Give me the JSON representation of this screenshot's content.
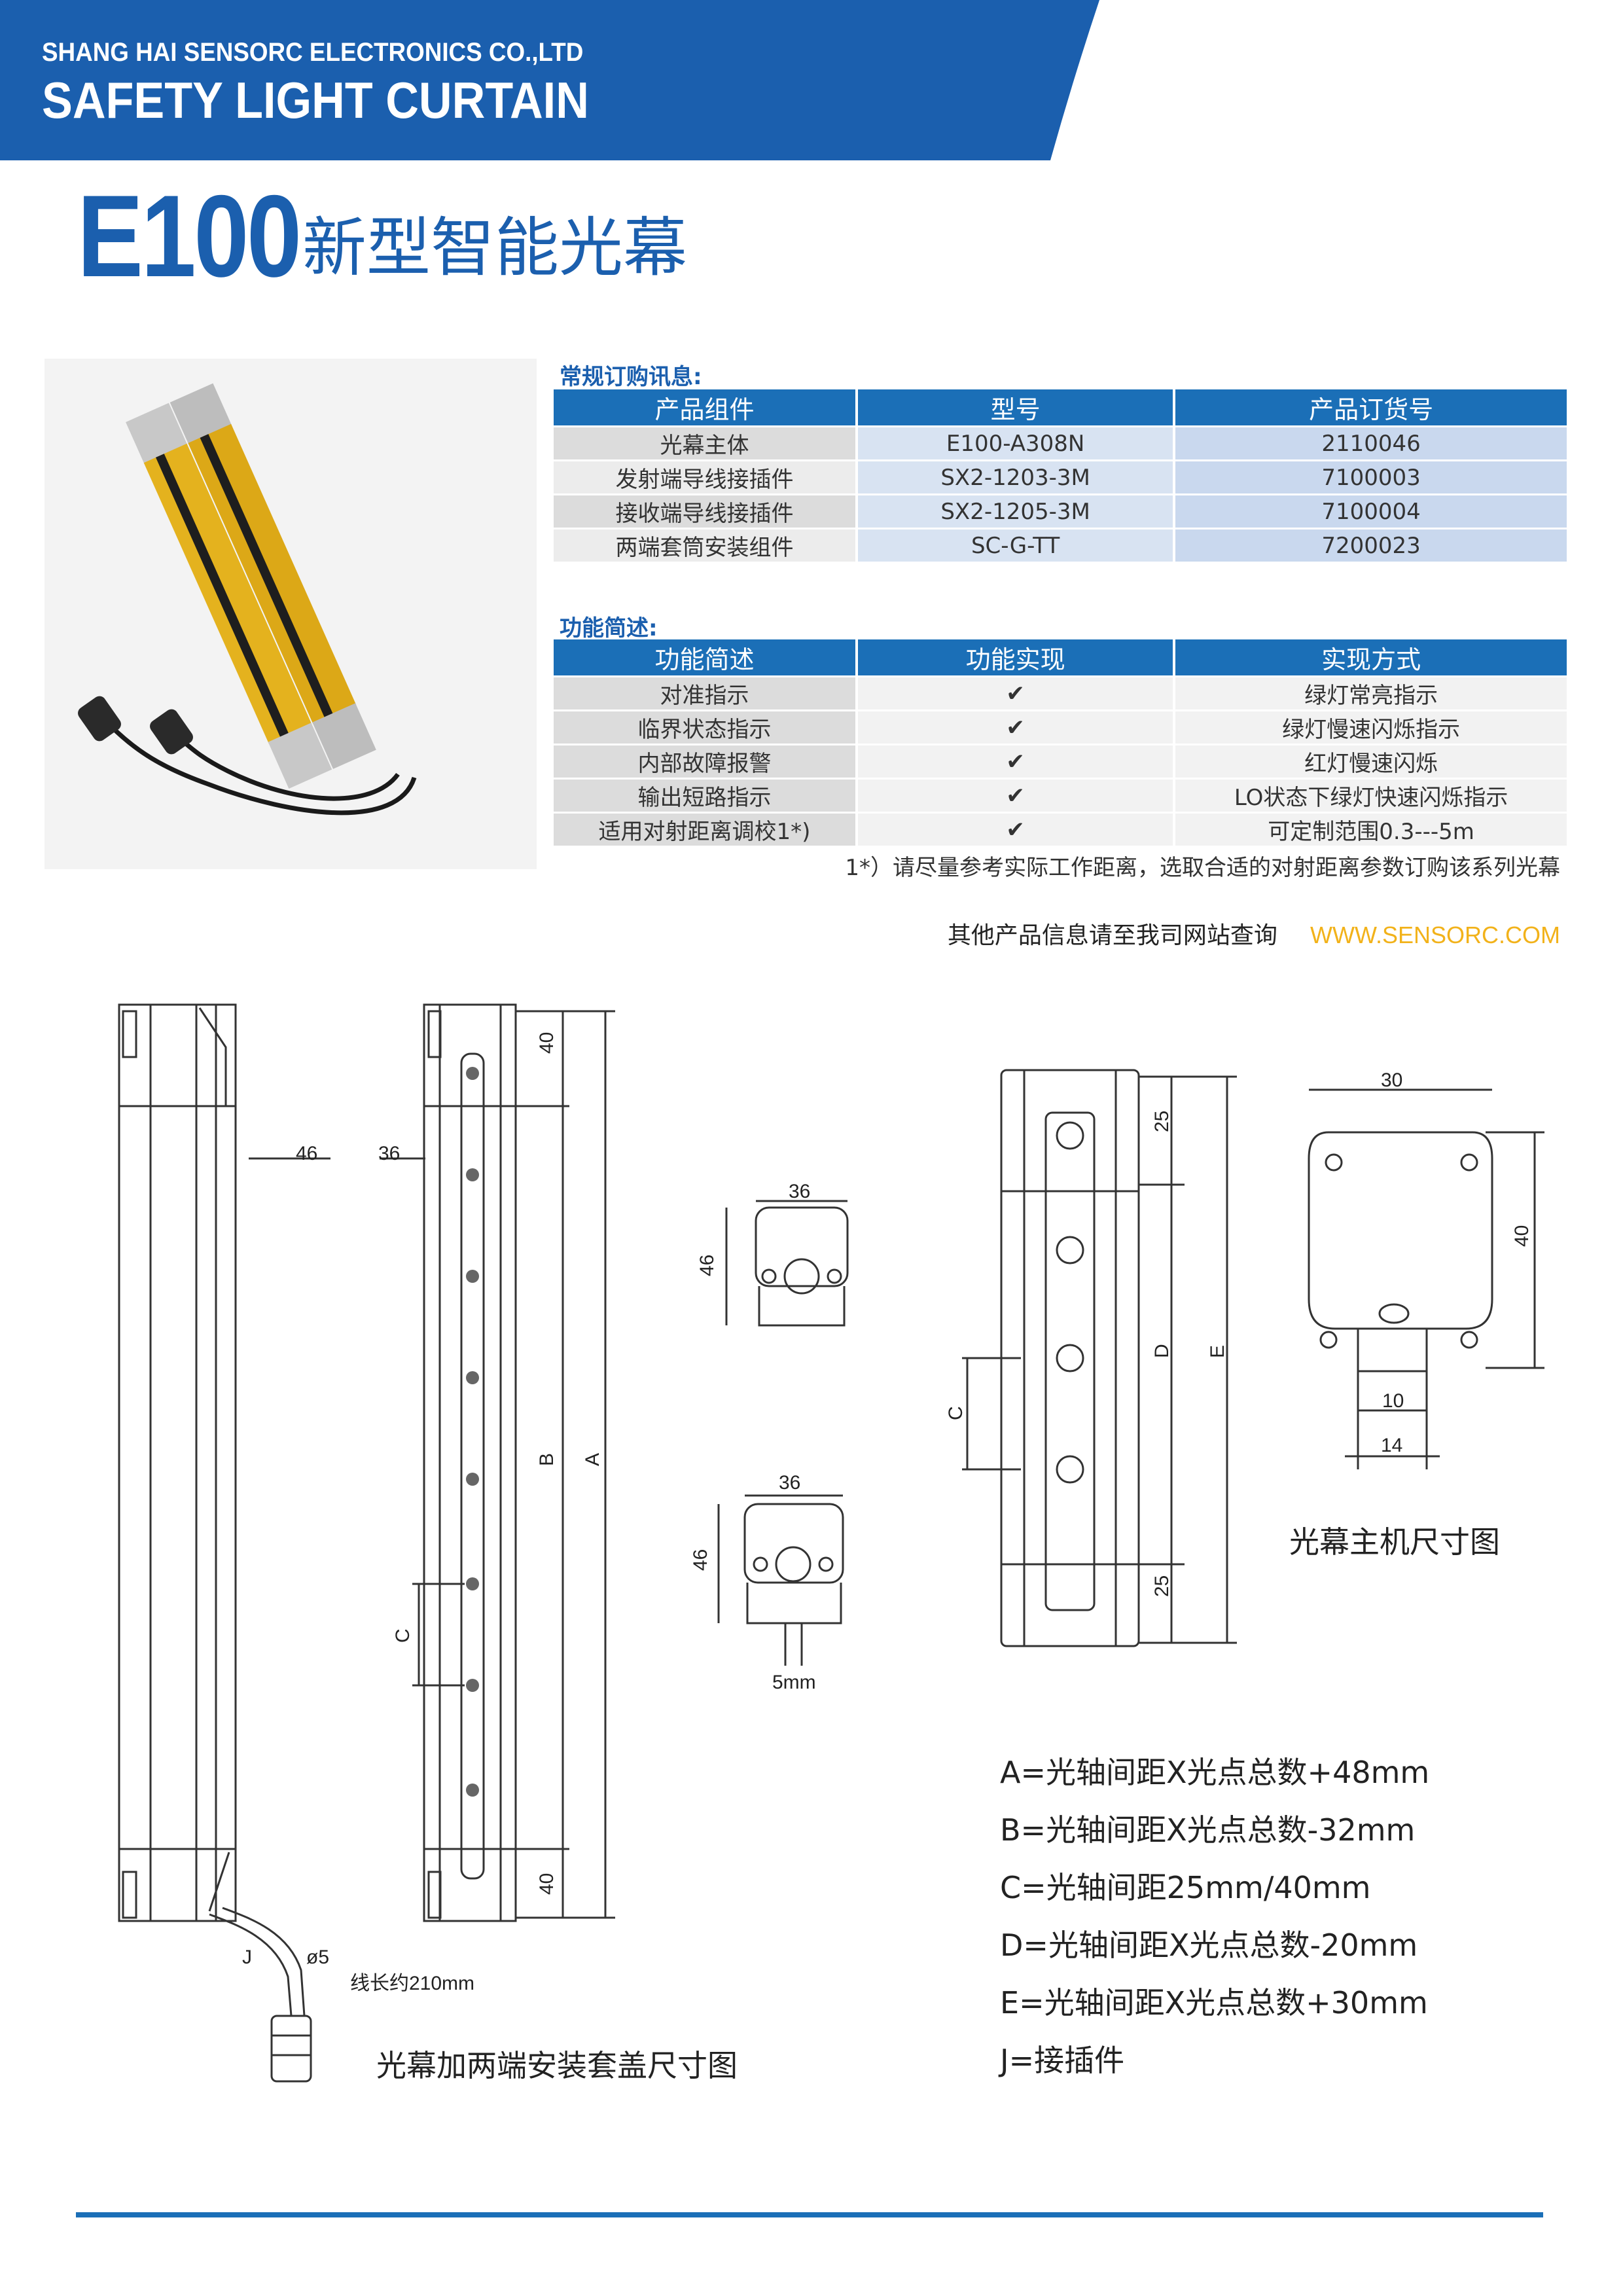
{
  "header": {
    "company": "SHANG HAI SENSORC ELECTRONICS CO.,LTD",
    "product_line": "SAFETY LIGHT CURTAIN"
  },
  "title": {
    "model": "E100",
    "name": "新型智能光幕"
  },
  "colors": {
    "brand_blue": "#1b5fae",
    "url_yellow": "#f2b21a"
  },
  "order_info": {
    "title": "常规订购讯息:",
    "headers": [
      "产品组件",
      "型号",
      "产品订货号"
    ],
    "rows": [
      [
        "光幕主体",
        "E100-A308N",
        "2110046"
      ],
      [
        "发射端导线接插件",
        "SX2-1203-3M",
        "7100003"
      ],
      [
        "接收端导线接插件",
        "SX2-1205-3M",
        "7100004"
      ],
      [
        "两端套筒安装组件",
        "SC-G-TT",
        "7200023"
      ]
    ]
  },
  "function_info": {
    "title": "功能简述:",
    "headers": [
      "功能简述",
      "功能实现",
      "实现方式"
    ],
    "rows": [
      [
        "对准指示",
        "✔",
        "绿灯常亮指示"
      ],
      [
        "临界状态指示",
        "✔",
        "绿灯慢速闪烁指示"
      ],
      [
        "内部故障报警",
        "✔",
        "红灯慢速闪烁"
      ],
      [
        "输出短路指示",
        "✔",
        "LO状态下绿灯快速闪烁指示"
      ],
      [
        "适用对射距离调校1*)",
        "✔",
        "可定制范围0.3---5m"
      ]
    ],
    "footnote": "1*）请尽量参考实际工作距离，选取合适的对射距离参数订购该系列光幕"
  },
  "website": {
    "text": "其他产品信息请至我司网站查询",
    "url": "WWW.SENSORC.COM"
  },
  "drawing_labels": {
    "d46": "46",
    "d36": "36",
    "d40": "40",
    "d30": "30",
    "d10": "10",
    "d14": "14",
    "d25": "25",
    "A": "A",
    "B": "B",
    "C": "C",
    "D": "D",
    "E": "E",
    "J": "J",
    "phi5": "ø5",
    "mm5": "5mm",
    "cable": "线长约210mm"
  },
  "captions": {
    "mount_cover": "光幕加两端安装套盖尺寸图",
    "host_dims": "光幕主机尺寸图"
  },
  "formulas": [
    "A=光轴间距X光点总数+48mm",
    "B=光轴间距X光点总数-32mm",
    "C=光轴间距25mm/40mm",
    "D=光轴间距X光点总数-20mm",
    "E=光轴间距X光点总数+30mm",
    "J=接插件"
  ]
}
